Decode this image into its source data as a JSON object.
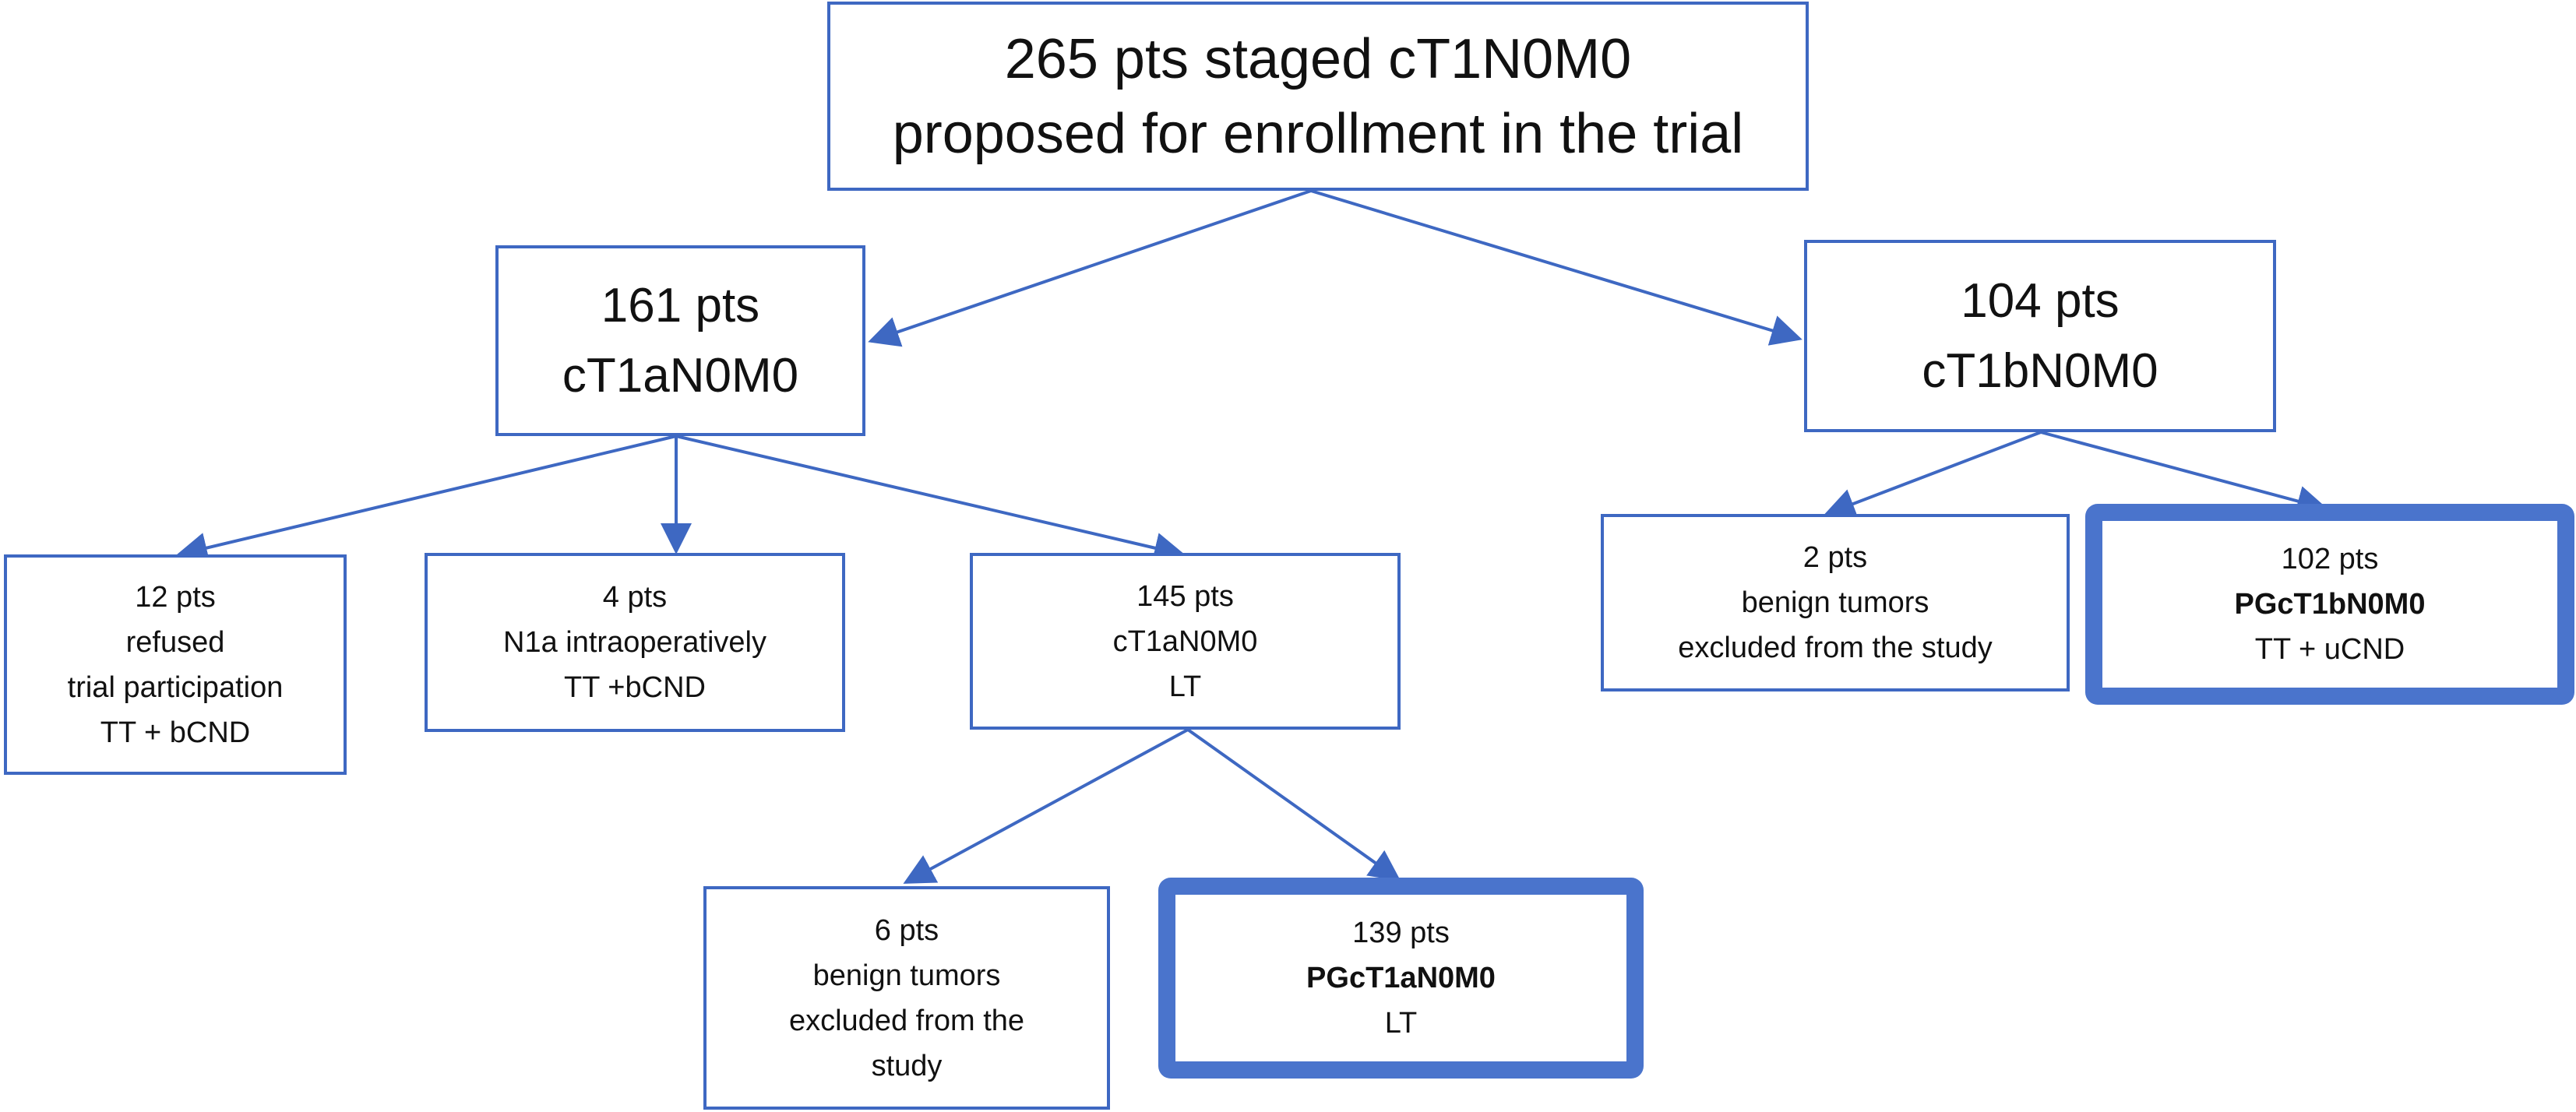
{
  "root": {
    "line1": "265 pts staged cT1N0M0",
    "line2": "proposed  for enrollment  in the trial"
  },
  "left": {
    "line1": "161 pts",
    "line2": "cT1aN0M0"
  },
  "right": {
    "line1": "104 pts",
    "line2": "cT1bN0M0"
  },
  "refused": {
    "line1": "12 pts",
    "line2": "refused",
    "line3": "trial participation",
    "line4": "TT + bCND"
  },
  "n1a": {
    "line1": "4 pts",
    "line2": "N1a intraoperatively",
    "line3": "TT +bCND"
  },
  "lt145": {
    "line1": "145 pts",
    "line2": "cT1aN0M0",
    "line3": "LT"
  },
  "benign6": {
    "line1": "6 pts",
    "line2": "benign tumors",
    "line3": "excluded from the",
    "line4": "study"
  },
  "pg139": {
    "line1": "139 pts",
    "line2": "PGcT1aN0M0",
    "line3": "LT"
  },
  "benign2": {
    "line1": "2 pts",
    "line2": "benign tumors",
    "line3": "excluded from the study"
  },
  "pg102": {
    "line1": "102 pts",
    "line2": "PGcT1bN0M0",
    "line3": "TT + uCND"
  },
  "colors": {
    "border": "#3e68c2",
    "arrow": "#3e68c2",
    "highlight_border": "#4a74cc"
  }
}
